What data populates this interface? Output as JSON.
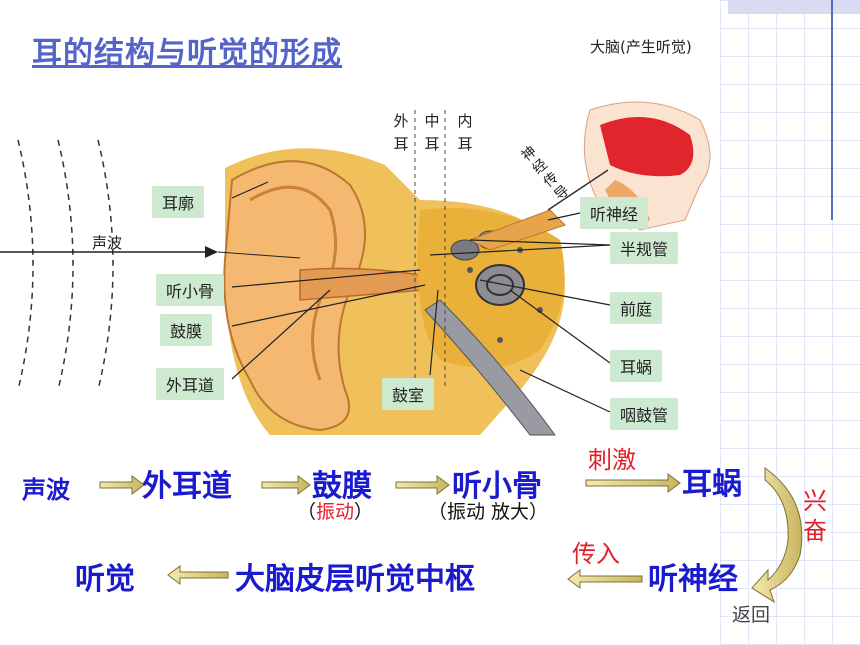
{
  "title": "耳的结构与听觉的形成",
  "diagram": {
    "brain_label": "大脑(产生听觉)",
    "nerve_path_label": "神经传导",
    "sound_label": "声波",
    "section_labels": [
      "外耳",
      "中耳",
      "内耳"
    ],
    "left_labels": [
      "耳廓",
      "听小骨",
      "鼓膜",
      "外耳道"
    ],
    "bottom_label": "鼓室",
    "right_labels": [
      "听神经",
      "半规管",
      "前庭",
      "耳蜗",
      "咽鼓管"
    ]
  },
  "flow": {
    "row1": [
      "声波",
      "外耳道",
      "鼓膜",
      "听小骨",
      "耳蜗"
    ],
    "row2": [
      "听觉",
      "大脑皮层听觉中枢",
      "听神经"
    ],
    "stimulate": "刺激",
    "excite": "兴奋",
    "transmit": "传入",
    "drum_note_open": "（",
    "drum_note": "振动",
    "drum_note_close": "）",
    "ossicle_note": "（振动 放大）"
  },
  "back_link": "返回"
}
